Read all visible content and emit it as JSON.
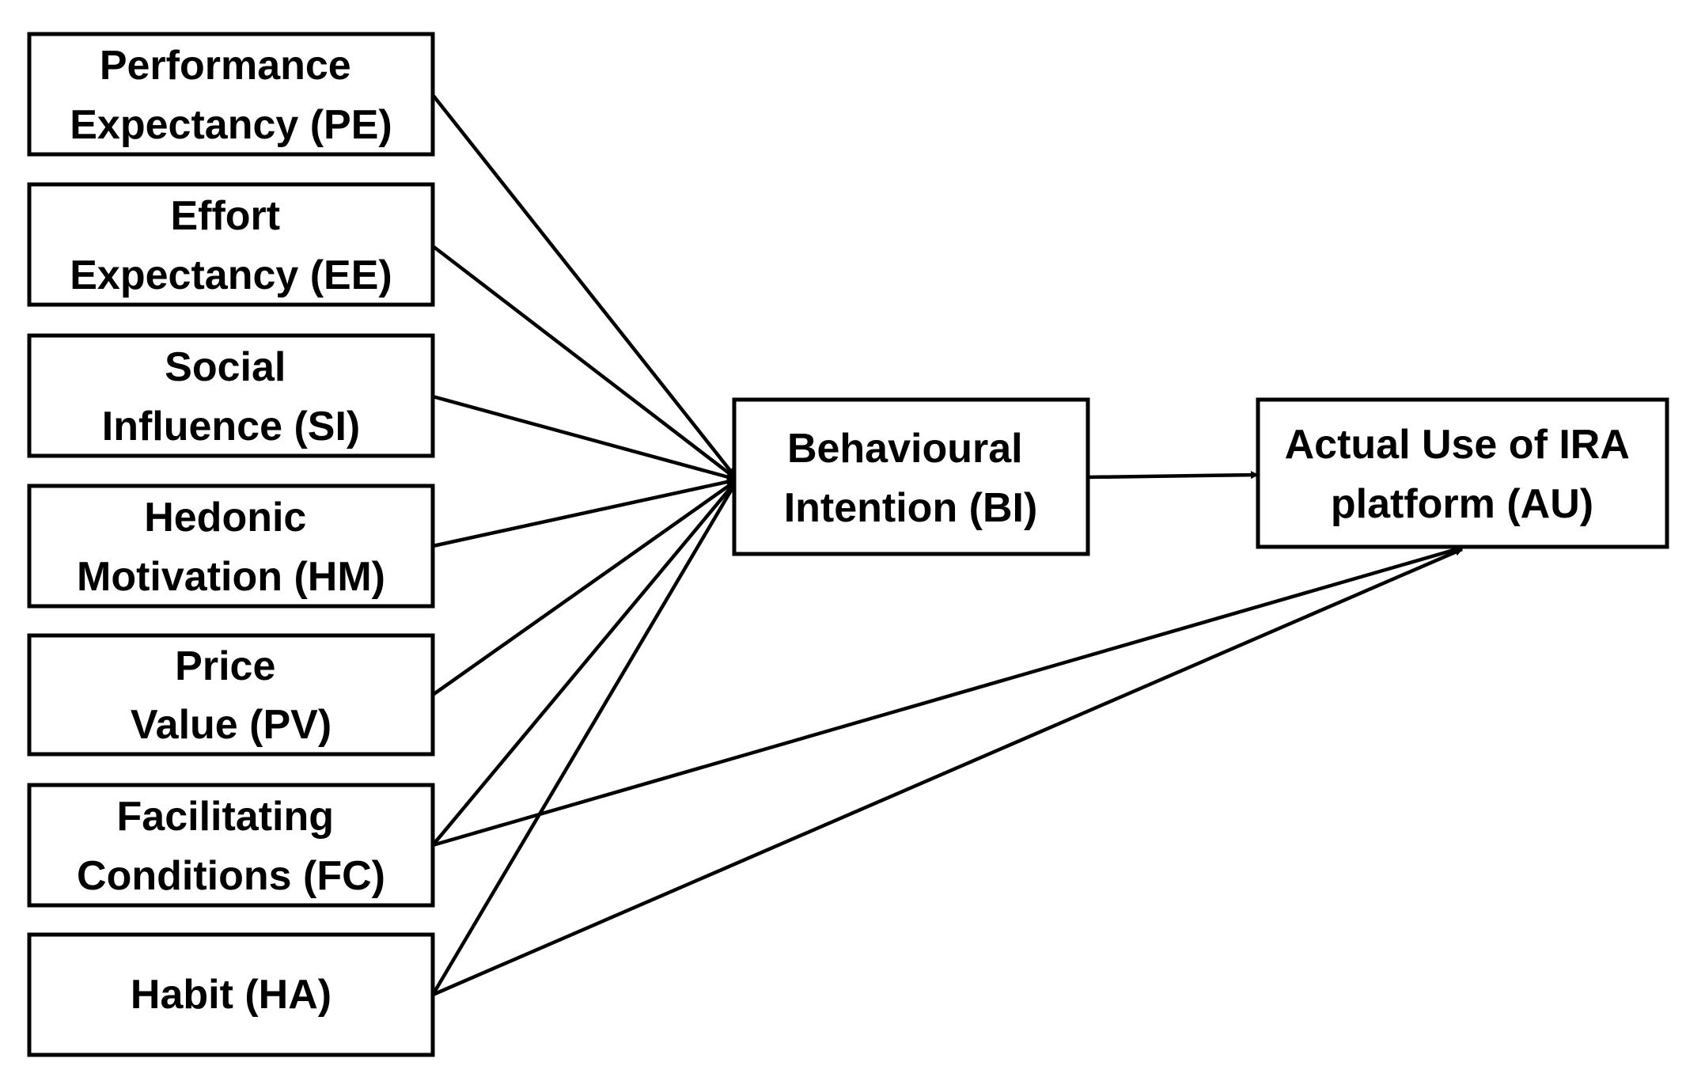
{
  "nodes": {
    "pe": {
      "lines": [
        "Performance",
        "Expectancy (PE)"
      ]
    },
    "ee": {
      "lines": [
        "Effort",
        "Expectancy (EE)"
      ]
    },
    "si": {
      "lines": [
        "Social",
        "Influence (SI)"
      ]
    },
    "hm": {
      "lines": [
        "Hedonic",
        "Motivation (HM)"
      ]
    },
    "pv": {
      "lines": [
        "Price",
        "Value (PV)"
      ]
    },
    "fc": {
      "lines": [
        "Facilitating",
        "Conditions (FC)"
      ]
    },
    "ha": {
      "lines": [
        "Habit (HA)"
      ]
    },
    "bi": {
      "lines": [
        "Behavioural",
        "Intention (BI)"
      ]
    },
    "au": {
      "lines": [
        "Actual Use of IRA",
        "platform (AU)"
      ]
    }
  },
  "edges": [
    {
      "from": "pe",
      "to": "bi"
    },
    {
      "from": "ee",
      "to": "bi"
    },
    {
      "from": "si",
      "to": "bi"
    },
    {
      "from": "hm",
      "to": "bi"
    },
    {
      "from": "pv",
      "to": "bi"
    },
    {
      "from": "fc",
      "to": "bi"
    },
    {
      "from": "ha",
      "to": "bi"
    },
    {
      "from": "bi",
      "to": "au"
    },
    {
      "from": "fc",
      "to": "au"
    },
    {
      "from": "ha",
      "to": "au"
    }
  ]
}
